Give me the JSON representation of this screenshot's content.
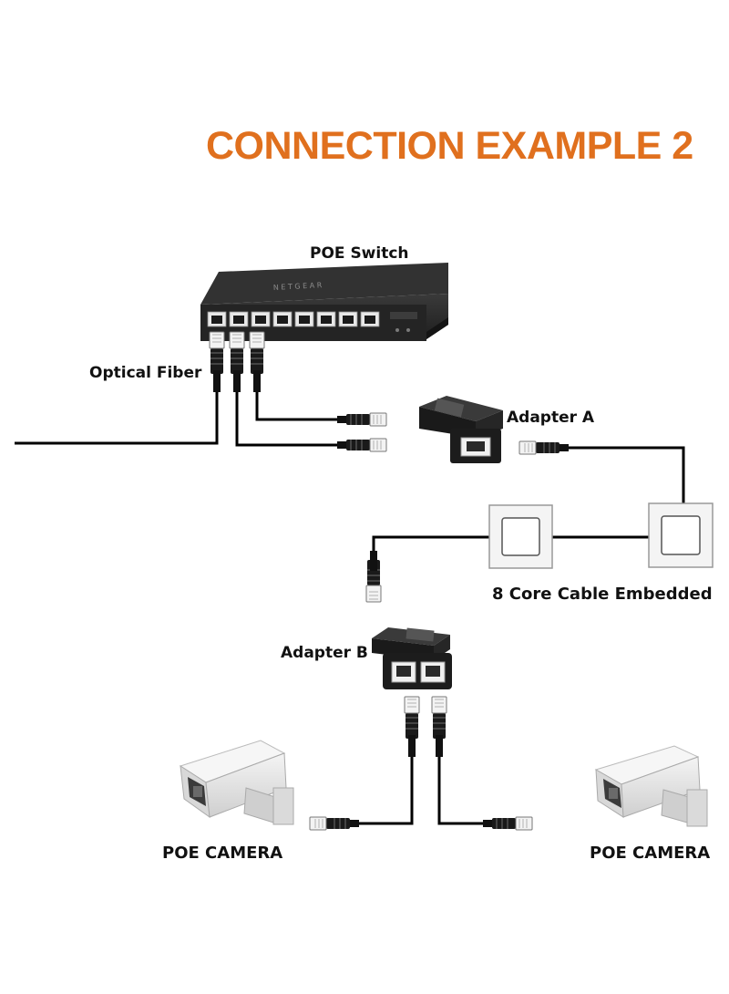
{
  "title": "CONNECTION EXAMPLE 2",
  "colors": {
    "title": "#e0701e",
    "cable": "#000000",
    "switch_body": "#2b2b2b",
    "adapter_body": "#1c1c1c",
    "camera_housing": "#e4e4e4",
    "wall_box": "#f2f2f2"
  },
  "labels": {
    "switch": "POE Switch",
    "fiber": "Optical Fiber",
    "adapter_a": "Adapter A",
    "cable": "8 Core Cable Embedded",
    "adapter_b": "Adapter B",
    "camera_left": "POE CAMERA",
    "camera_right": "POE CAMERA"
  },
  "icons": [
    "poe-switch-icon",
    "rj45-plug-icon",
    "adapter-a-icon",
    "wall-socket-icon",
    "adapter-b-icon",
    "camera-icon"
  ]
}
